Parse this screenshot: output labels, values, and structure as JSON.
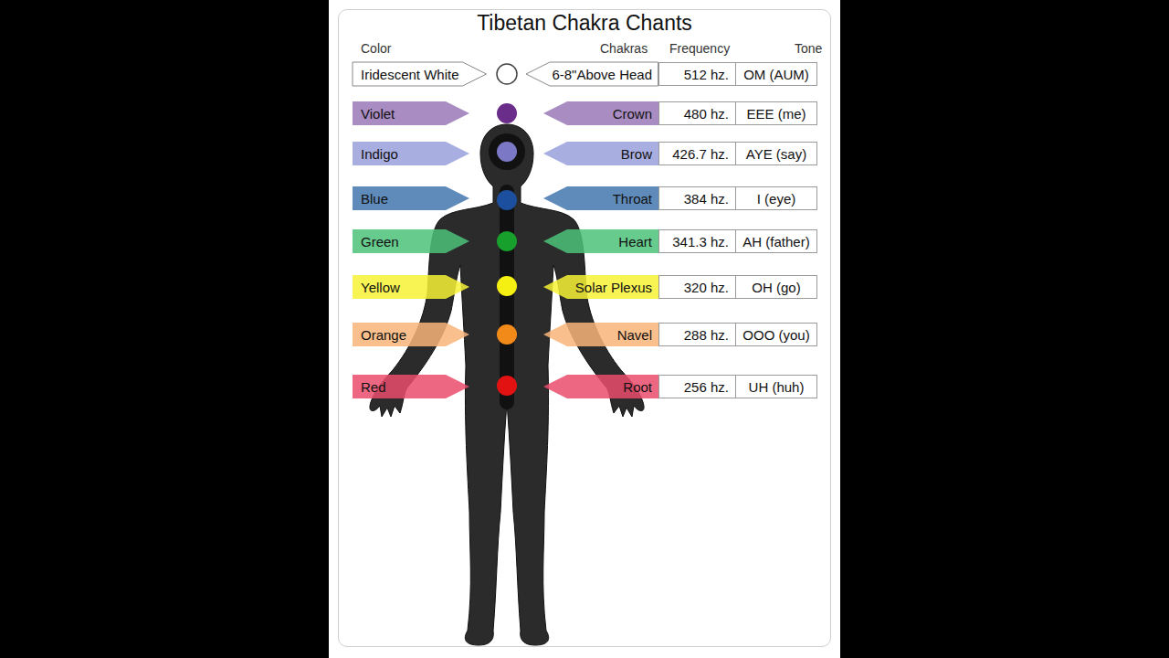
{
  "diagram": {
    "title": "Tibetan Chakra Chants",
    "nodes": [
      {
        "text": [
          "Iridescent White"
        ]
      },
      {
        "text": [
          "6-8\"Above Head"
        ]
      },
      {
        "text": [
          "512 hz."
        ]
      },
      {
        "text": [
          "OM (AUM)"
        ]
      },
      {
        "text": [
          "Violet"
        ]
      },
      {
        "text": [
          "Crown"
        ]
      },
      {
        "text": [
          "480 hz."
        ]
      },
      {
        "text": [
          "EEE (me)"
        ]
      },
      {
        "text": [
          "Indigo"
        ]
      },
      {
        "text": [
          "Brow"
        ]
      },
      {
        "text": [
          "426.7 hz."
        ]
      },
      {
        "text": [
          "AYE (say)"
        ]
      },
      {
        "text": [
          "Blue"
        ]
      },
      {
        "text": [
          "Throat"
        ]
      },
      {
        "text": [
          "384 hz."
        ]
      },
      {
        "text": [
          "I (eye)"
        ]
      },
      {
        "text": [
          "Green"
        ]
      },
      {
        "text": [
          "Heart"
        ]
      },
      {
        "text": [
          "341.3 hz."
        ]
      },
      {
        "text": [
          "AH (father)"
        ]
      },
      {
        "text": [
          "Yellow"
        ]
      },
      {
        "text": [
          "Solar Plexus"
        ]
      },
      {
        "text": [
          "320 hz."
        ]
      },
      {
        "text": [
          "OH (go)"
        ]
      },
      {
        "text": [
          "Orange"
        ]
      },
      {
        "text": [
          "Navel"
        ]
      },
      {
        "text": [
          "288 hz."
        ]
      },
      {
        "text": [
          "OOO (you)"
        ]
      },
      {
        "text": [
          "Red"
        ]
      },
      {
        "text": [
          "Root"
        ]
      },
      {
        "text": [
          "256 hz."
        ]
      },
      {
        "text": [
          "UH (huh)"
        ]
      }
    ],
    "labels": [
      "Color",
      "Chakras",
      "Frequency",
      "Tone"
    ]
  }
}
